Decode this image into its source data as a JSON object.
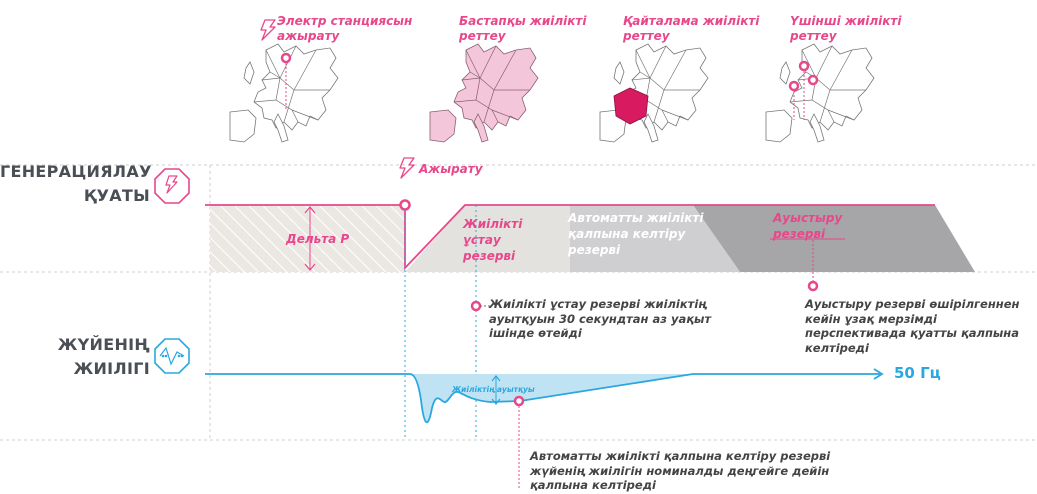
{
  "stages": [
    {
      "id": "disconnect",
      "title": "Электр станциясын ажырату"
    },
    {
      "id": "primary",
      "title": "Бастапқы жиілікті реттеу"
    },
    {
      "id": "secondary",
      "title": "Қайталама жиілікті реттеу"
    },
    {
      "id": "tertiary",
      "title": "Үшінші жиілікті реттеу"
    }
  ],
  "sections": {
    "generation": "ГЕНЕРАЦИЯЛАУ ҚУАТЫ",
    "generation_icon": "lightning-icon",
    "frequency": "ЖҮЙЕНІҢ ЖИІЛІГІ",
    "frequency_icon": "wave-icon"
  },
  "event_label": "Ажырату",
  "delta_label": "Дельта P",
  "bands": {
    "containment": "Жиілікті ұстау резерві",
    "restoration": "Автоматты жиілікті қалпына келтіру резерві",
    "replacement": "Ауыстыру резерві"
  },
  "notes": {
    "containment": "Жиілікті ұстау резерві жиіліктің ауытқуын 30 секундтан аз уақыт ішінде өтейді",
    "replacement": "Ауыстыру резерві өшірілгеннен кейін ұзақ мерзімді перспективада қуатты қалпына келтіреді",
    "restoration": "Автоматты жиілікті қалпына келтіру резерві жүйенің жиілігін номиналды деңгейге дейін қалпына келтіреді"
  },
  "deviation_label": "Жиіліктің ауытқуы",
  "nominal_label": "50 Гц",
  "colors": {
    "pink": "#e8478b",
    "magenta": "#d81b60",
    "blue": "#29a8df",
    "light_blue": "#bfe3f3",
    "gray_dark": "#a6a6a9",
    "gray_mid": "#cfcfd1",
    "gray_light": "#e3e2df",
    "hatch": "#e9e6e1"
  }
}
